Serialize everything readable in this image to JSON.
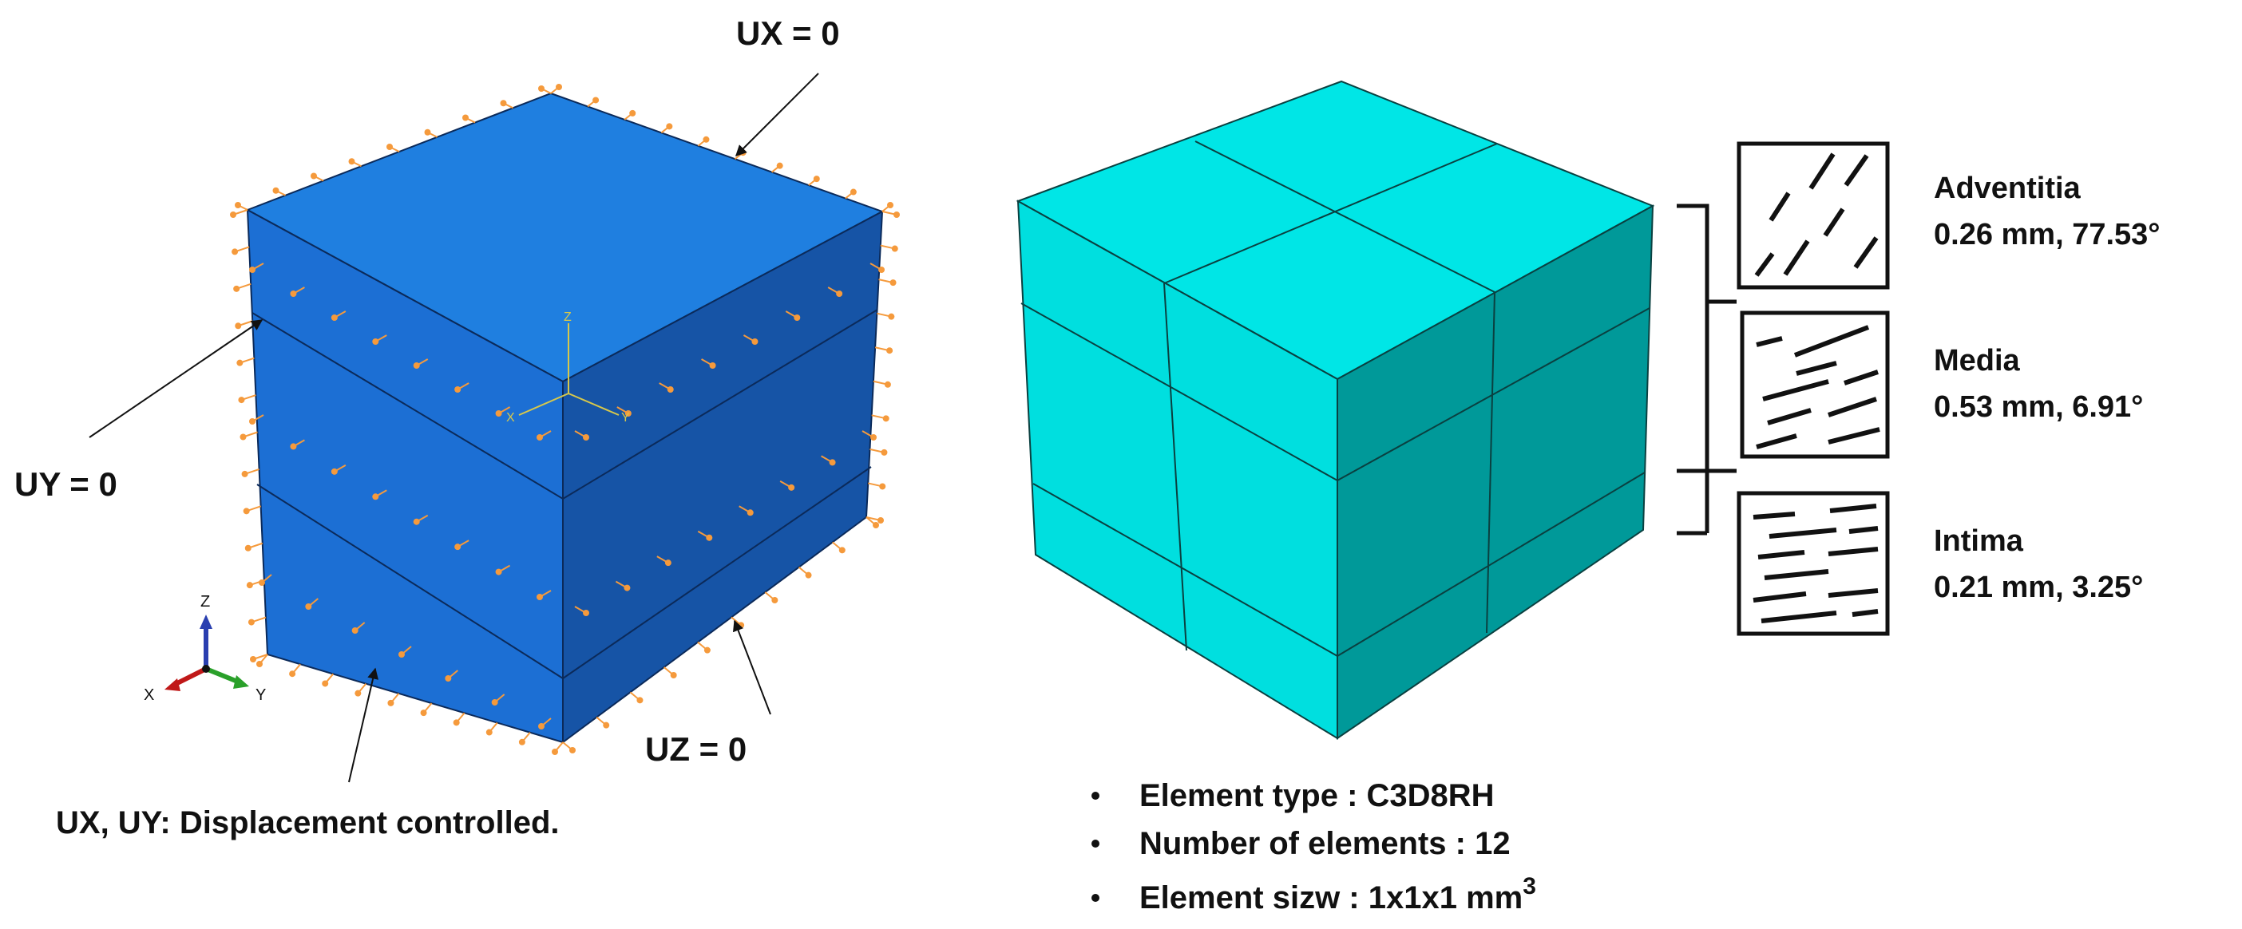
{
  "left_panel": {
    "labels": {
      "ux_top": "UX = 0",
      "uy_left": "UY = 0",
      "uz_bottom": "UZ = 0",
      "displacement": "UX, UY: Displacement controlled."
    },
    "axis_triad": {
      "z": "Z",
      "x": "X",
      "y": "Y"
    },
    "center_triad": {
      "z": "Z",
      "x": "X",
      "y": "Y"
    },
    "colors": {
      "cube_top": "#1f7fe0",
      "cube_left": "#1c6fd4",
      "cube_right": "#1654a6",
      "constraint": "#f59a3c"
    }
  },
  "right_panel": {
    "colors": {
      "mesh_top": "#00e6e6",
      "mesh_left": "#00dfdf",
      "mesh_right": "#009999"
    },
    "layers": [
      {
        "name": "Adventitia",
        "detail": "0.26 mm, 77.53°"
      },
      {
        "name": "Media",
        "detail": "0.53 mm, 6.91°"
      },
      {
        "name": "Intima",
        "detail": "0.21 mm, 3.25°"
      }
    ],
    "bullets": [
      {
        "text": "Element type : C3D8RH",
        "sup": ""
      },
      {
        "text": "Number of elements : 12",
        "sup": ""
      },
      {
        "text": "Element sizw : 1x1x1 mm",
        "sup": "3"
      }
    ]
  }
}
